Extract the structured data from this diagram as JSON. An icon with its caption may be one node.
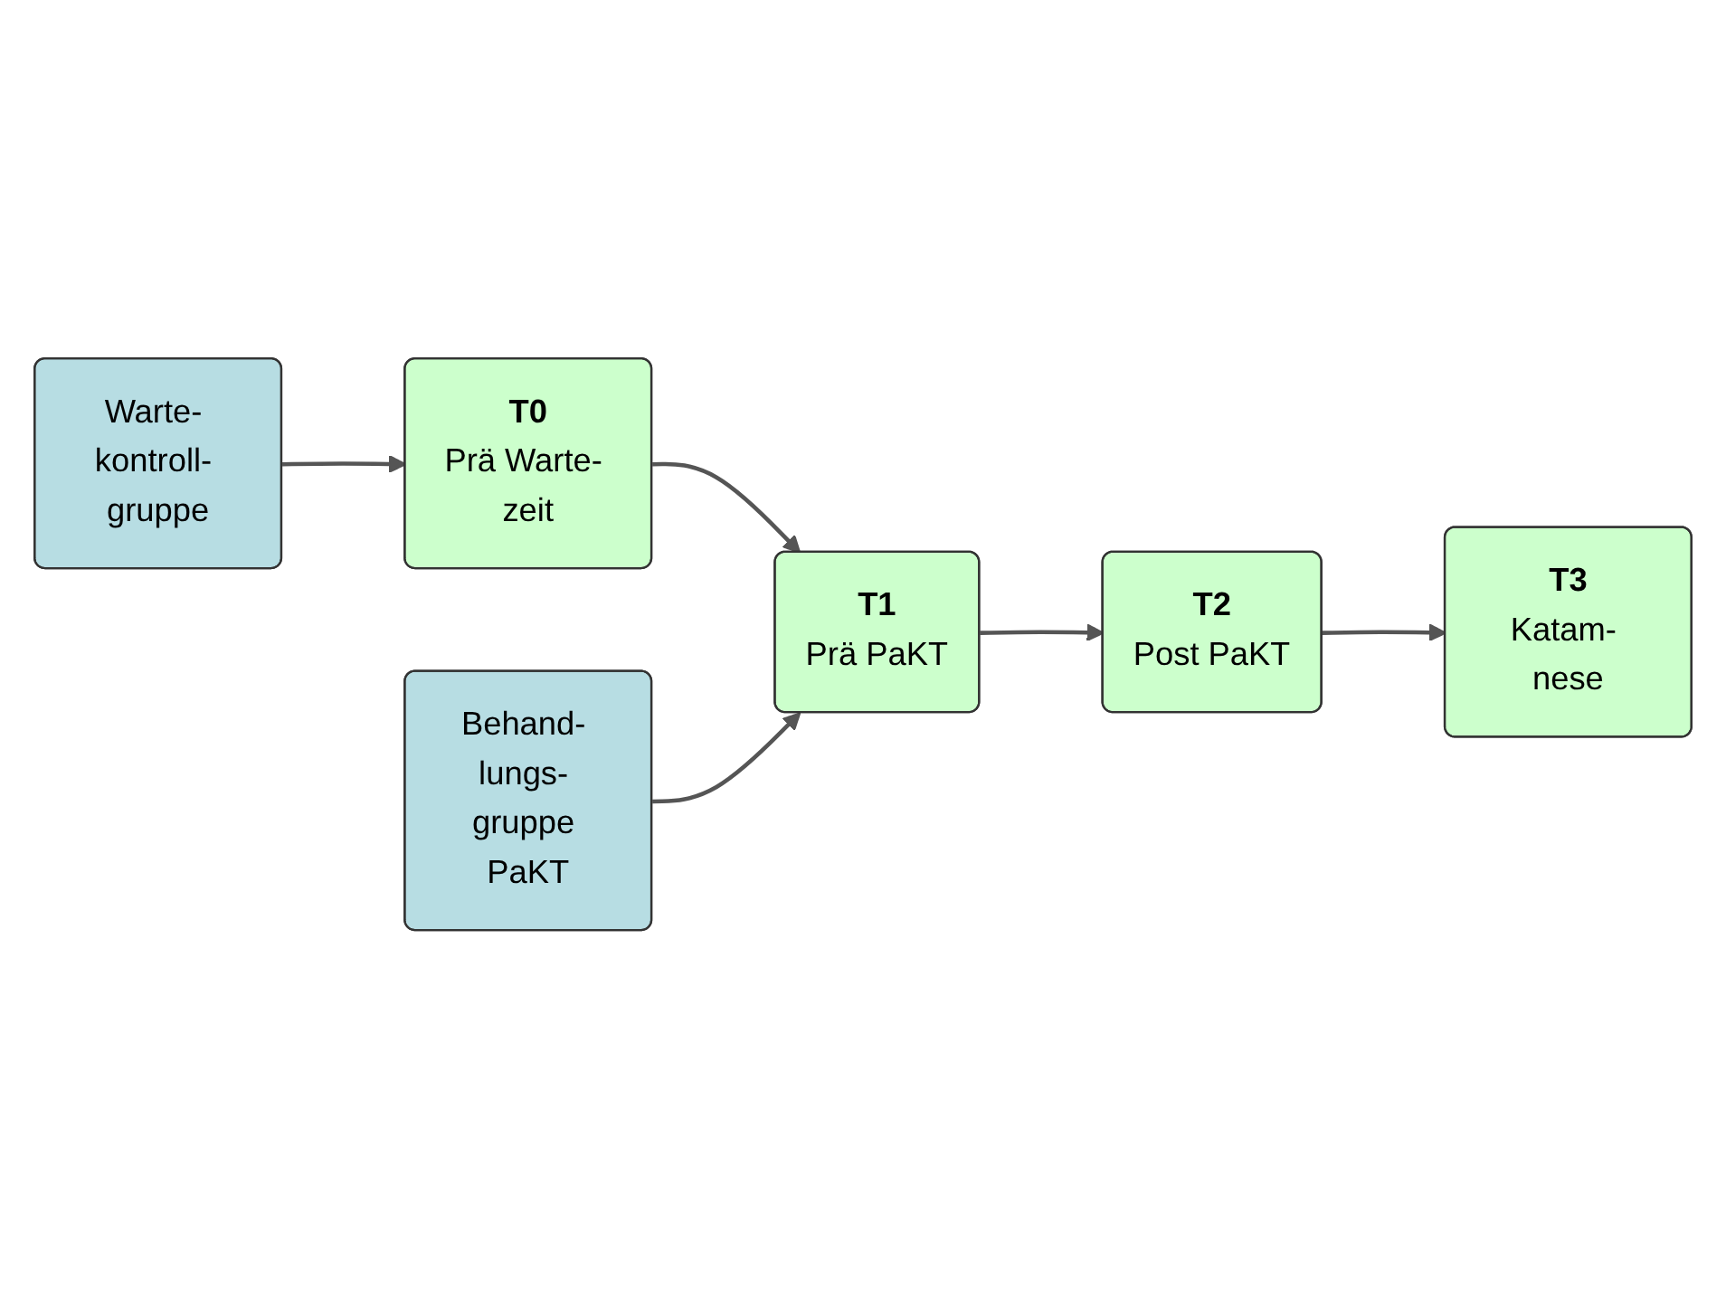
{
  "diagram": {
    "nodes": [
      {
        "text": [
          "Warte- kontroll- gruppe"
        ]
      },
      {
        "text": [
          "T0",
          "Prä Warte- zeit"
        ]
      },
      {
        "text": [
          "T1",
          "Prä PaKT"
        ]
      },
      {
        "text": [
          "T2",
          "Post PaKT"
        ]
      },
      {
        "text": [
          "T3",
          "Katam- nese"
        ]
      },
      {
        "text": [
          "Behand- lungs- gruppe PaKT"
        ]
      }
    ],
    "edges": [
      {
        "from": 0,
        "to": 1,
        "arrow": "to"
      },
      {
        "from": 1,
        "to": 2,
        "arrow": "to"
      },
      {
        "from": 5,
        "to": 2,
        "arrow": "to"
      },
      {
        "from": 2,
        "to": 3,
        "arrow": "to"
      },
      {
        "from": 3,
        "to": 4,
        "arrow": "to"
      }
    ]
  }
}
